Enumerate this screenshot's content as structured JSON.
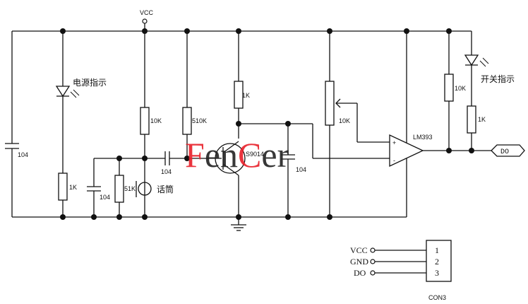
{
  "rails": {
    "vcc_label": "VCC"
  },
  "components": {
    "c_left": "104",
    "r_led1": "1K",
    "r_vcc1": "10K",
    "c_in": "104",
    "c_bias": "104",
    "r_51k": "51K",
    "mic": "话筒",
    "r_510k": "510K",
    "r_collector": "1K",
    "transistor": "S9014",
    "c_out": "104",
    "pot": "10K",
    "comparator": "LM393",
    "r_pullup": "10K",
    "r_led2": "1K",
    "output_tag": "DO"
  },
  "indicators": {
    "power": "电源指示",
    "switch": "开关指示"
  },
  "comparator_pins": {
    "plus": "+",
    "minus": "-"
  },
  "connector": {
    "name": "CON3",
    "pins": [
      {
        "label": "VCC",
        "num": "1"
      },
      {
        "label": "GND",
        "num": "2"
      },
      {
        "label": "DO",
        "num": "3"
      }
    ]
  },
  "watermark": {
    "letters": [
      "F",
      "e",
      "n",
      "C",
      "e",
      "r"
    ],
    "colors": [
      "#e8202a",
      "#222222",
      "#222222",
      "#e8202a",
      "#222222",
      "#222222"
    ]
  }
}
